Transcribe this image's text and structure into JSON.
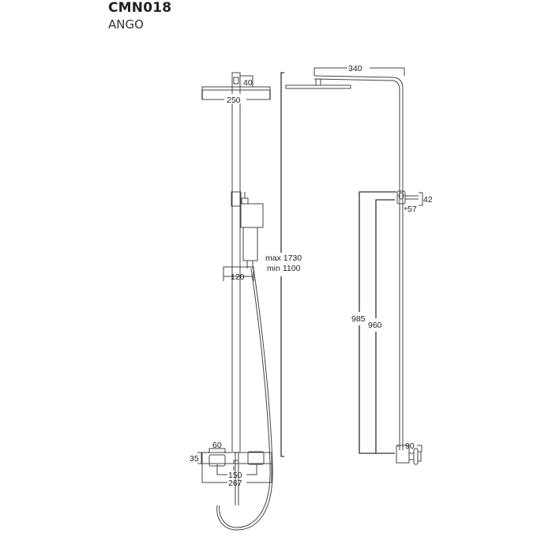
{
  "header": {
    "model_code": "CMN018",
    "series_name": "ANGO"
  },
  "front_view": {
    "dims": {
      "mount_height": "40",
      "head_width": "250",
      "total_height_max": "max 1730",
      "total_height_min": "min 1100",
      "slider_width": "120",
      "handle_width": "60",
      "valve_height": "35",
      "inlet_centres": "150",
      "valve_width": "267"
    }
  },
  "side_view": {
    "dims": {
      "arm_projection": "340",
      "bracket_height": "42",
      "bracket_depth": "57",
      "outlet_height": "985",
      "bracket_to_valve": "960",
      "valve_projection": "90"
    }
  },
  "colors": {
    "line": "#444444",
    "text": "#222222",
    "background": "#ffffff"
  }
}
